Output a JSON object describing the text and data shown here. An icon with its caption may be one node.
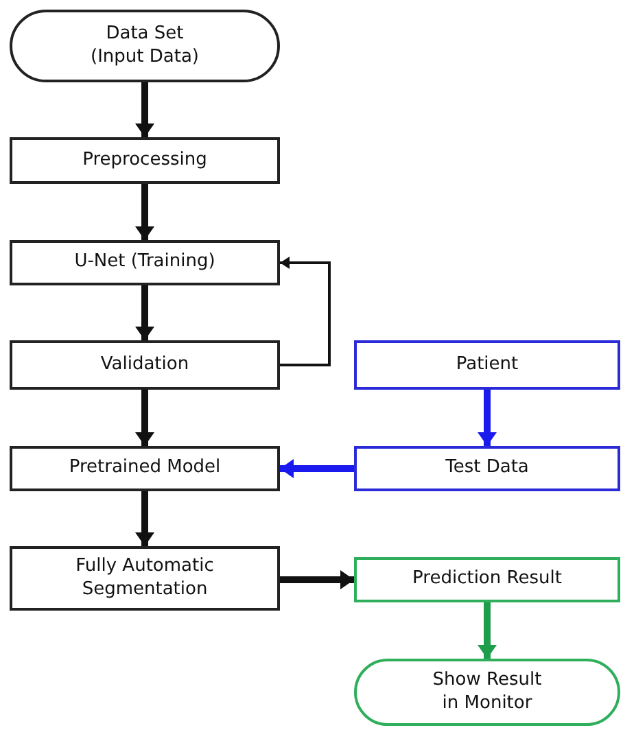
{
  "diagram": {
    "nodes": [
      {
        "text": [
          "Data Set (Input Data)"
        ]
      },
      {
        "text": [
          "Preprocessing"
        ]
      },
      {
        "text": [
          "U-Net (Training)"
        ]
      },
      {
        "text": [
          "Validation"
        ]
      },
      {
        "text": [
          "Patient"
        ]
      },
      {
        "text": [
          "Pretrained Model"
        ]
      },
      {
        "text": [
          "Test Data"
        ]
      },
      {
        "text": [
          "Fully Automatic Segmentation"
        ]
      },
      {
        "text": [
          "Prediction Result"
        ]
      },
      {
        "text": [
          "Show Result in Monitor"
        ]
      }
    ],
    "edges": [
      {
        "from": 0,
        "to": 1,
        "arrow": "to"
      },
      {
        "from": 1,
        "to": 2,
        "arrow": "to"
      },
      {
        "from": 2,
        "to": 3,
        "arrow": "to"
      },
      {
        "from": 3,
        "to": 2,
        "arrow": "to"
      },
      {
        "from": 3,
        "to": 5,
        "arrow": "to"
      },
      {
        "from": 4,
        "to": 6,
        "arrow": "to",
        "color": "#1a1aee"
      },
      {
        "from": 6,
        "to": 5,
        "arrow": "to",
        "color": "#1a1aee"
      },
      {
        "from": 5,
        "to": 7,
        "arrow": "to"
      },
      {
        "from": 7,
        "to": 8,
        "arrow": "to"
      },
      {
        "from": 8,
        "to": 9,
        "arrow": "to",
        "color": "#1e9e4a"
      }
    ]
  }
}
